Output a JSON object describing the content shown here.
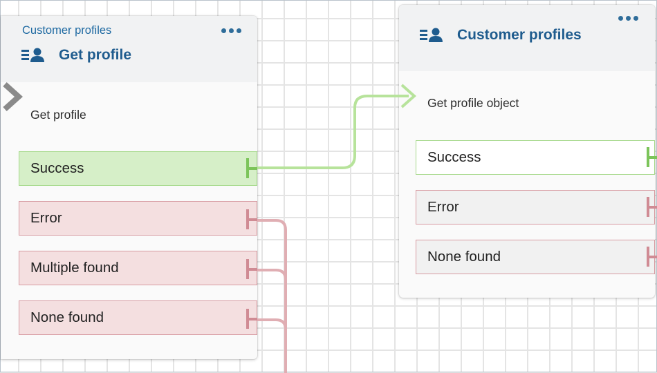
{
  "left_block": {
    "category": "Customer profiles",
    "title": "Get profile",
    "description": "Get profile",
    "branches": [
      "Success",
      "Error",
      "Multiple found",
      "None found"
    ]
  },
  "right_block": {
    "title": "Customer profiles",
    "description": "Get profile object",
    "branches": [
      "Success",
      "Error",
      "None found"
    ]
  },
  "icons": {
    "block_type": "profile-list-icon",
    "menu": "more-options-icon",
    "input": "input-chevron-icon",
    "connector_end": "connector-terminal-icon"
  },
  "colors": {
    "title_blue": "#1f5c8e",
    "success_green": "#a6d98b",
    "error_red": "#d79aa1",
    "success_fill": "#d6efc8",
    "error_fill": "#f4dfe0"
  }
}
